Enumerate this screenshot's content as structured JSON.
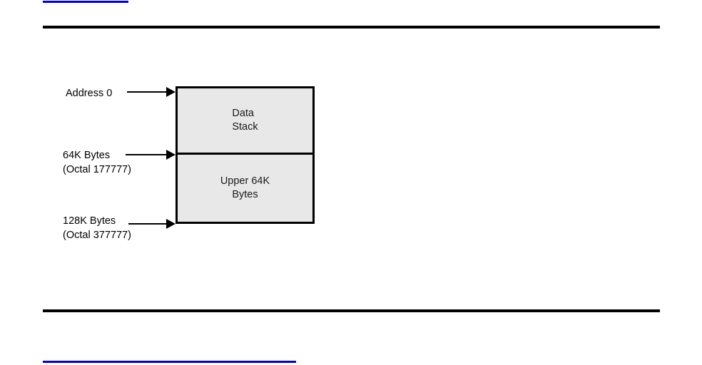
{
  "page": {
    "background": "#ffffff",
    "link_color": "#0000cc",
    "rule_color": "#000000"
  },
  "links": {
    "top": {
      "name": "top-document-link"
    },
    "bottom": {
      "name": "bottom-document-link"
    }
  },
  "figure": {
    "box": {
      "fill": "#e8e8e8",
      "border": "#000000",
      "segments": [
        {
          "id": "data-stack",
          "lines": [
            "Data",
            "Stack"
          ],
          "align": "left"
        },
        {
          "id": "upper-64k",
          "lines": [
            "Upper 64K",
            "Bytes"
          ],
          "align": "center"
        }
      ]
    },
    "labels": [
      {
        "id": "address-0",
        "primary": "Address 0",
        "secondary": ""
      },
      {
        "id": "64k",
        "primary": "64K Bytes",
        "secondary": "(Octal 177777)"
      },
      {
        "id": "128k",
        "primary": "128K Bytes",
        "secondary": "(Octal 377777)"
      }
    ]
  }
}
